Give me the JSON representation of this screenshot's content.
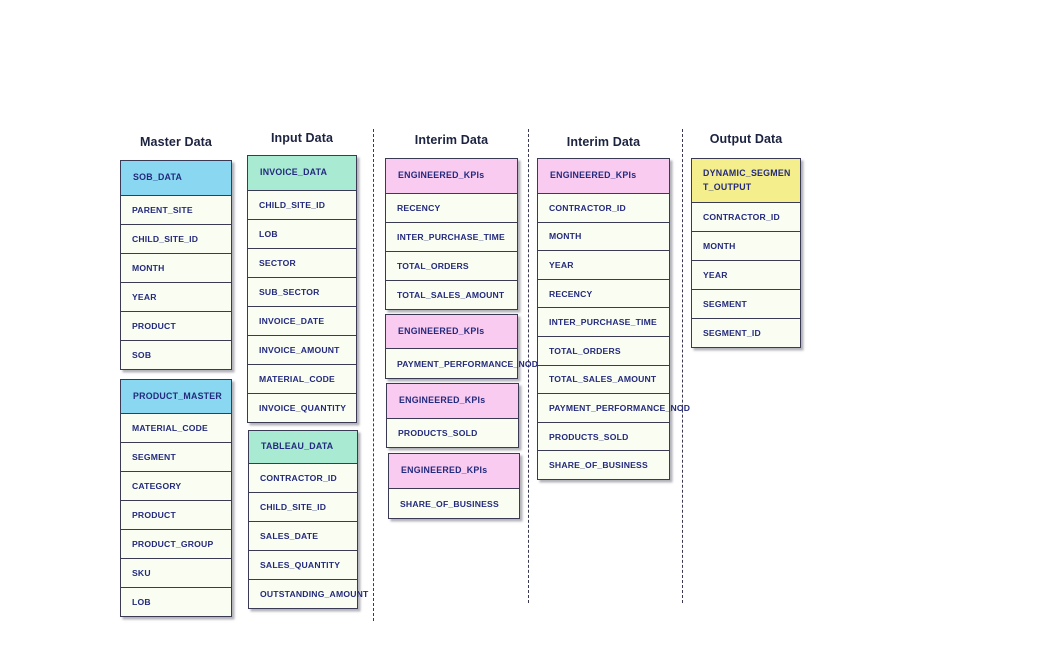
{
  "columns": [
    {
      "title": "Master Data",
      "tables": [
        {
          "header": "SOB_DATA",
          "header_color": "#89d7f1",
          "rows": [
            "PARENT_SITE",
            "CHILD_SITE_ID",
            "MONTH",
            "YEAR",
            "PRODUCT",
            "SOB"
          ]
        },
        {
          "header": "PRODUCT_MASTER",
          "header_color": "#89d7f1",
          "rows": [
            "MATERIAL_CODE",
            "SEGMENT",
            "CATEGORY",
            "PRODUCT",
            "PRODUCT_GROUP",
            "SKU",
            "LOB"
          ]
        }
      ]
    },
    {
      "title": "Input Data",
      "tables": [
        {
          "header": "INVOICE_DATA",
          "header_color": "#a8ead2",
          "rows": [
            "CHILD_SITE_ID",
            "LOB",
            "SECTOR",
            "SUB_SECTOR",
            "INVOICE_DATE",
            "INVOICE_AMOUNT",
            "MATERIAL_CODE",
            "INVOICE_QUANTITY"
          ]
        },
        {
          "header": "TABLEAU_DATA",
          "header_color": "#a8ead2",
          "rows": [
            "CONTRACTOR_ID",
            "CHILD_SITE_ID",
            "SALES_DATE",
            "SALES_QUANTITY",
            "OUTSTANDING_AMOUNT"
          ]
        }
      ]
    },
    {
      "title": "Interim Data",
      "tables": [
        {
          "header": "ENGINEERED_KPIs",
          "header_color": "#f9cbf0",
          "rows": [
            "RECENCY",
            "INTER_PURCHASE_TIME",
            "TOTAL_ORDERS",
            "TOTAL_SALES_AMOUNT"
          ]
        },
        {
          "header": "ENGINEERED_KPIs",
          "header_color": "#f9cbf0",
          "rows": [
            "PAYMENT_PERFORMANCE_NOD"
          ]
        },
        {
          "header": "ENGINEERED_KPIs",
          "header_color": "#f9cbf0",
          "rows": [
            "PRODUCTS_SOLD"
          ]
        },
        {
          "header": "ENGINEERED_KPIs",
          "header_color": "#f9cbf0",
          "rows": [
            "SHARE_OF_BUSINESS"
          ]
        }
      ]
    },
    {
      "title": "Interim Data",
      "tables": [
        {
          "header": "ENGINEERED_KPIs",
          "header_color": "#f9cbf0",
          "rows": [
            "CONTRACTOR_ID",
            "MONTH",
            "YEAR",
            "RECENCY",
            "INTER_PURCHASE_TIME",
            "TOTAL_ORDERS",
            "TOTAL_SALES_AMOUNT",
            "PAYMENT_PERFORMANCE_NOD",
            "PRODUCTS_SOLD",
            "SHARE_OF_BUSINESS"
          ]
        }
      ]
    },
    {
      "title": "Output Data",
      "tables": [
        {
          "header": "DYNAMIC_SEGMENT_OUTPUT",
          "header_color": "#f4ee8d",
          "rows": [
            "CONTRACTOR_ID",
            "MONTH",
            "YEAR",
            "SEGMENT",
            "SEGMENT_ID"
          ]
        }
      ]
    }
  ],
  "colors": {
    "header_blue": "#89d7f1",
    "header_mint": "#a8ead2",
    "header_pink": "#f9cbf0",
    "header_yellow": "#f4ee8d",
    "row_background": "#fafdf2",
    "border": "#3a3a55",
    "text": "#232a7c",
    "title_text": "#1c2340"
  }
}
